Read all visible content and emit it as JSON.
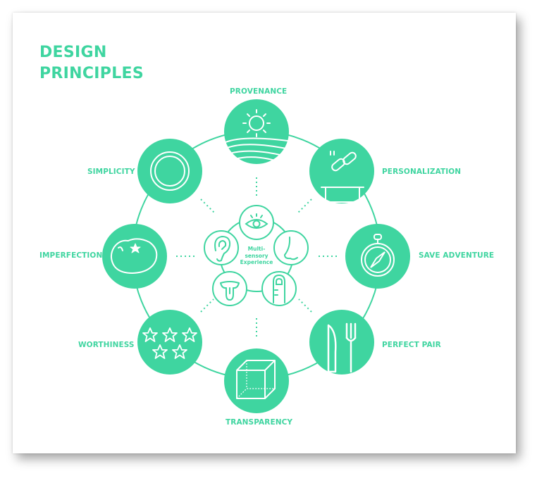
{
  "title": {
    "line1": "DESIGN",
    "line2": "PRINCIPLES"
  },
  "colors": {
    "accent": "#3fd5a0",
    "icon_stroke": "#ffffff",
    "background": "#ffffff"
  },
  "center": {
    "line1": "Multi-",
    "line2": "sensory",
    "line3": "Experience"
  },
  "principles": [
    {
      "label": "PROVENANCE",
      "icon": "sun-fields-icon"
    },
    {
      "label": "PERSONALIZATION",
      "icon": "pills-pot-icon"
    },
    {
      "label": "SAVE ADVENTURE",
      "icon": "compass-icon"
    },
    {
      "label": "PERFECT PAIR",
      "icon": "knife-fork-icon"
    },
    {
      "label": "TRANSPARENCY",
      "icon": "cube-icon"
    },
    {
      "label": "WORTHINESS",
      "icon": "five-stars-icon"
    },
    {
      "label": "IMPERFECTION",
      "icon": "tomato-icon"
    },
    {
      "label": "SIMPLICITY",
      "icon": "plate-icon"
    }
  ],
  "senses": [
    {
      "icon": "eye-icon"
    },
    {
      "icon": "nose-icon"
    },
    {
      "icon": "finger-icon"
    },
    {
      "icon": "tongue-icon"
    },
    {
      "icon": "ear-icon"
    }
  ]
}
